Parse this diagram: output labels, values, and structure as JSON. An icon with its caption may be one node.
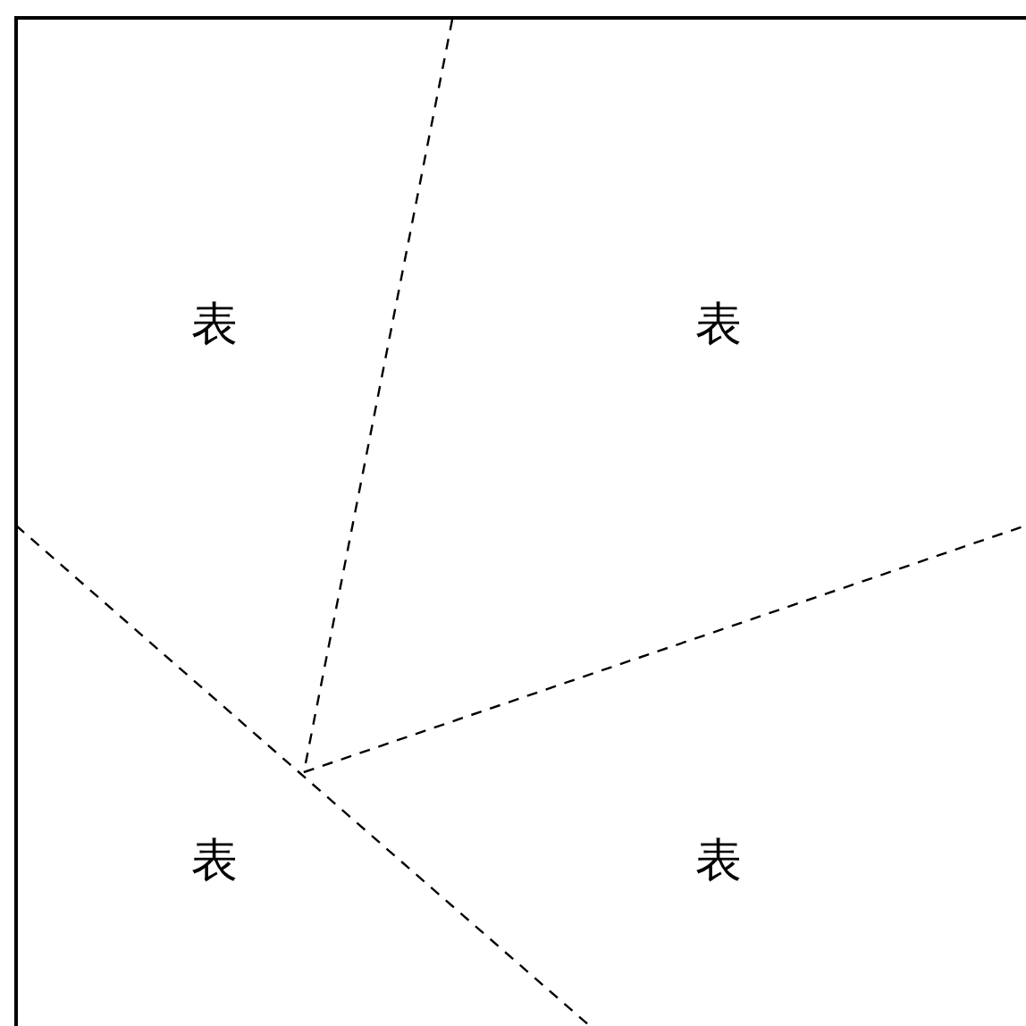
{
  "diagram": {
    "labels": [
      "表",
      "表",
      "表",
      "表"
    ]
  }
}
